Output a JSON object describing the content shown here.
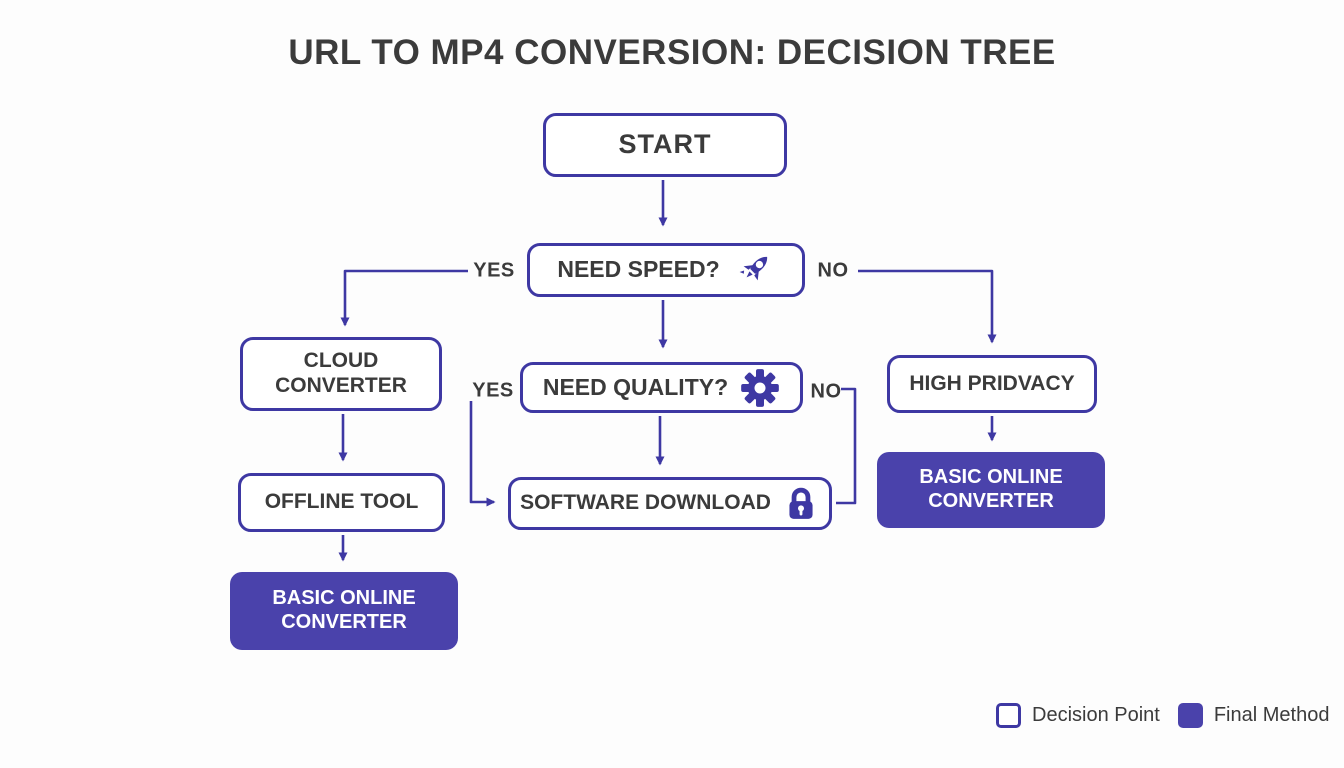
{
  "title": "URL TO MP4 CONVERSION: DECISION TREE",
  "colors": {
    "accent": "#3e38a3",
    "final_fill": "#4a42ab",
    "text_dark": "#3b3b3b",
    "box_bg": "#ffffff",
    "final_text": "#ffffff",
    "background": "#fdfdfd"
  },
  "nodes": {
    "start": {
      "label": "START",
      "type": "decision"
    },
    "need_speed": {
      "label": "NEED SPEED?",
      "icon": "rocket-icon",
      "type": "decision"
    },
    "need_quality": {
      "label": "NEED QUALITY?",
      "icon": "gear-icon",
      "type": "decision"
    },
    "software_download": {
      "label": "SOFTWARE DOWNLOAD",
      "icon": "lock-icon",
      "type": "decision"
    },
    "cloud_converter": {
      "label": "CLOUD CONVERTER",
      "type": "decision"
    },
    "offline_tool": {
      "label": "OFFLINE TOOL",
      "type": "decision"
    },
    "high_pridvacy": {
      "label": "HIGH PRIDVACY",
      "type": "decision"
    },
    "basic_online_left": {
      "label": "BASIC ONLINE CONVERTER",
      "type": "final"
    },
    "basic_online_right": {
      "label": "BASIC ONLINE CONVERTER",
      "type": "final"
    }
  },
  "edge_labels": {
    "speed_yes": "YES",
    "speed_no": "NO",
    "quality_yes": "YES",
    "quality_no": "NO"
  },
  "legend": {
    "decision_point": "Decision Point",
    "final_method": "Final Method"
  }
}
